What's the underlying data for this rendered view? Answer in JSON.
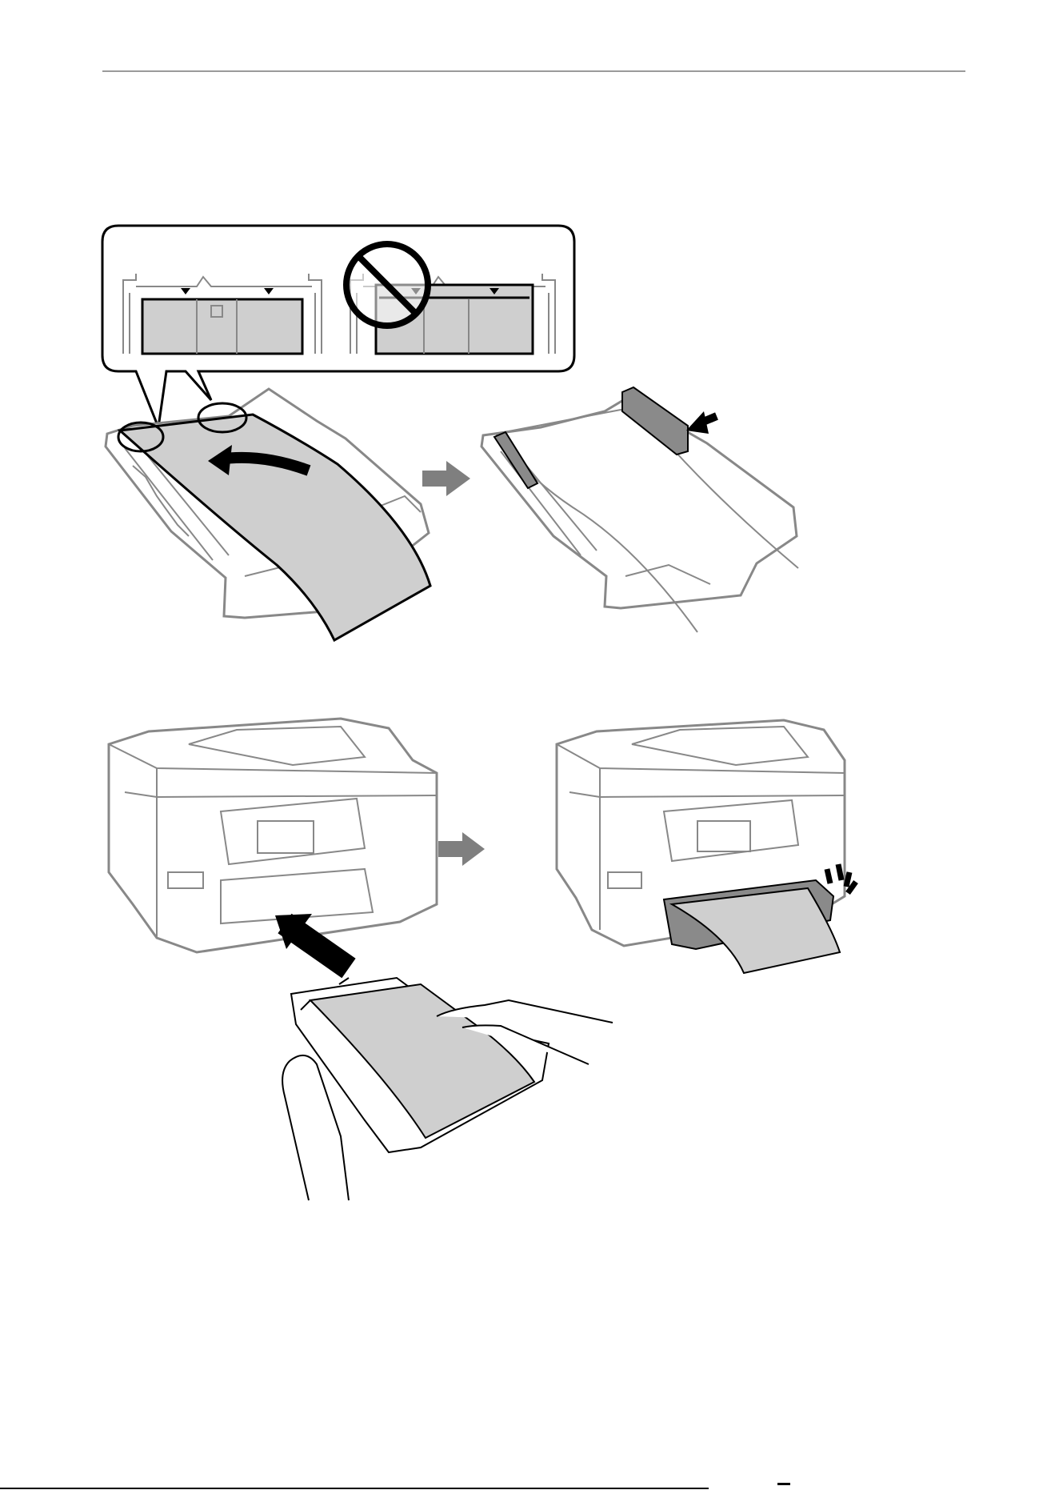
{
  "colors": {
    "paper_fill": "#cfcfcf",
    "guide_fill": "#8a8a8a",
    "arrow_gray": "#7f7f7f",
    "line_dark": "#000000",
    "line_light": "#888888"
  },
  "illustrations": {
    "step_1": "tray-with-paper-callout",
    "step_2": "tray-edge-guides-adjusted",
    "step_3": "insert-cassette-into-printer",
    "step_4": "printer-with-cassette-inserted"
  }
}
